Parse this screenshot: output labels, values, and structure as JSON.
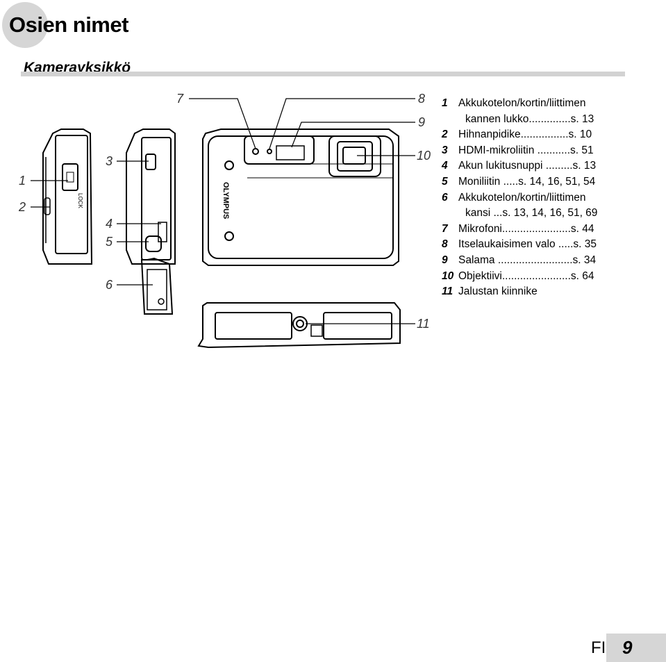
{
  "header": {
    "title": "Osien nimet",
    "subtitle": "Kamerayksikkö"
  },
  "callouts": [
    "1",
    "2",
    "3",
    "4",
    "5",
    "6",
    "7",
    "8",
    "9",
    "10",
    "11"
  ],
  "camera": {
    "brand": "OLYMPUS",
    "lock_label": "LOCK"
  },
  "legend": [
    {
      "num": "1",
      "text": "Akkukotelon/kortin/liittimen"
    },
    {
      "num": "",
      "text": "kannen lukko..............s. 13"
    },
    {
      "num": "2",
      "text": "Hihnanpidike................s. 10"
    },
    {
      "num": "3",
      "text": "HDMI-mikroliitin ...........s. 51"
    },
    {
      "num": "4",
      "text": "Akun lukitusnuppi .........s. 13"
    },
    {
      "num": "5",
      "text": "Moniliitin .....s. 14, 16, 51, 54"
    },
    {
      "num": "6",
      "text": "Akkukotelon/kortin/liittimen"
    },
    {
      "num": "",
      "text": "kansi ...s. 13, 14, 16, 51, 69"
    },
    {
      "num": "7",
      "text": "Mikrofoni.......................s. 44"
    },
    {
      "num": "8",
      "text": "Itselaukaisimen valo .....s. 35"
    },
    {
      "num": "9",
      "text": "Salama .........................s. 34"
    },
    {
      "num": "10",
      "text": "Objektiivi.......................s. 64"
    },
    {
      "num": "11",
      "text": "Jalustan kiinnike"
    }
  ],
  "footer": {
    "lang": "FI",
    "page": "9"
  }
}
